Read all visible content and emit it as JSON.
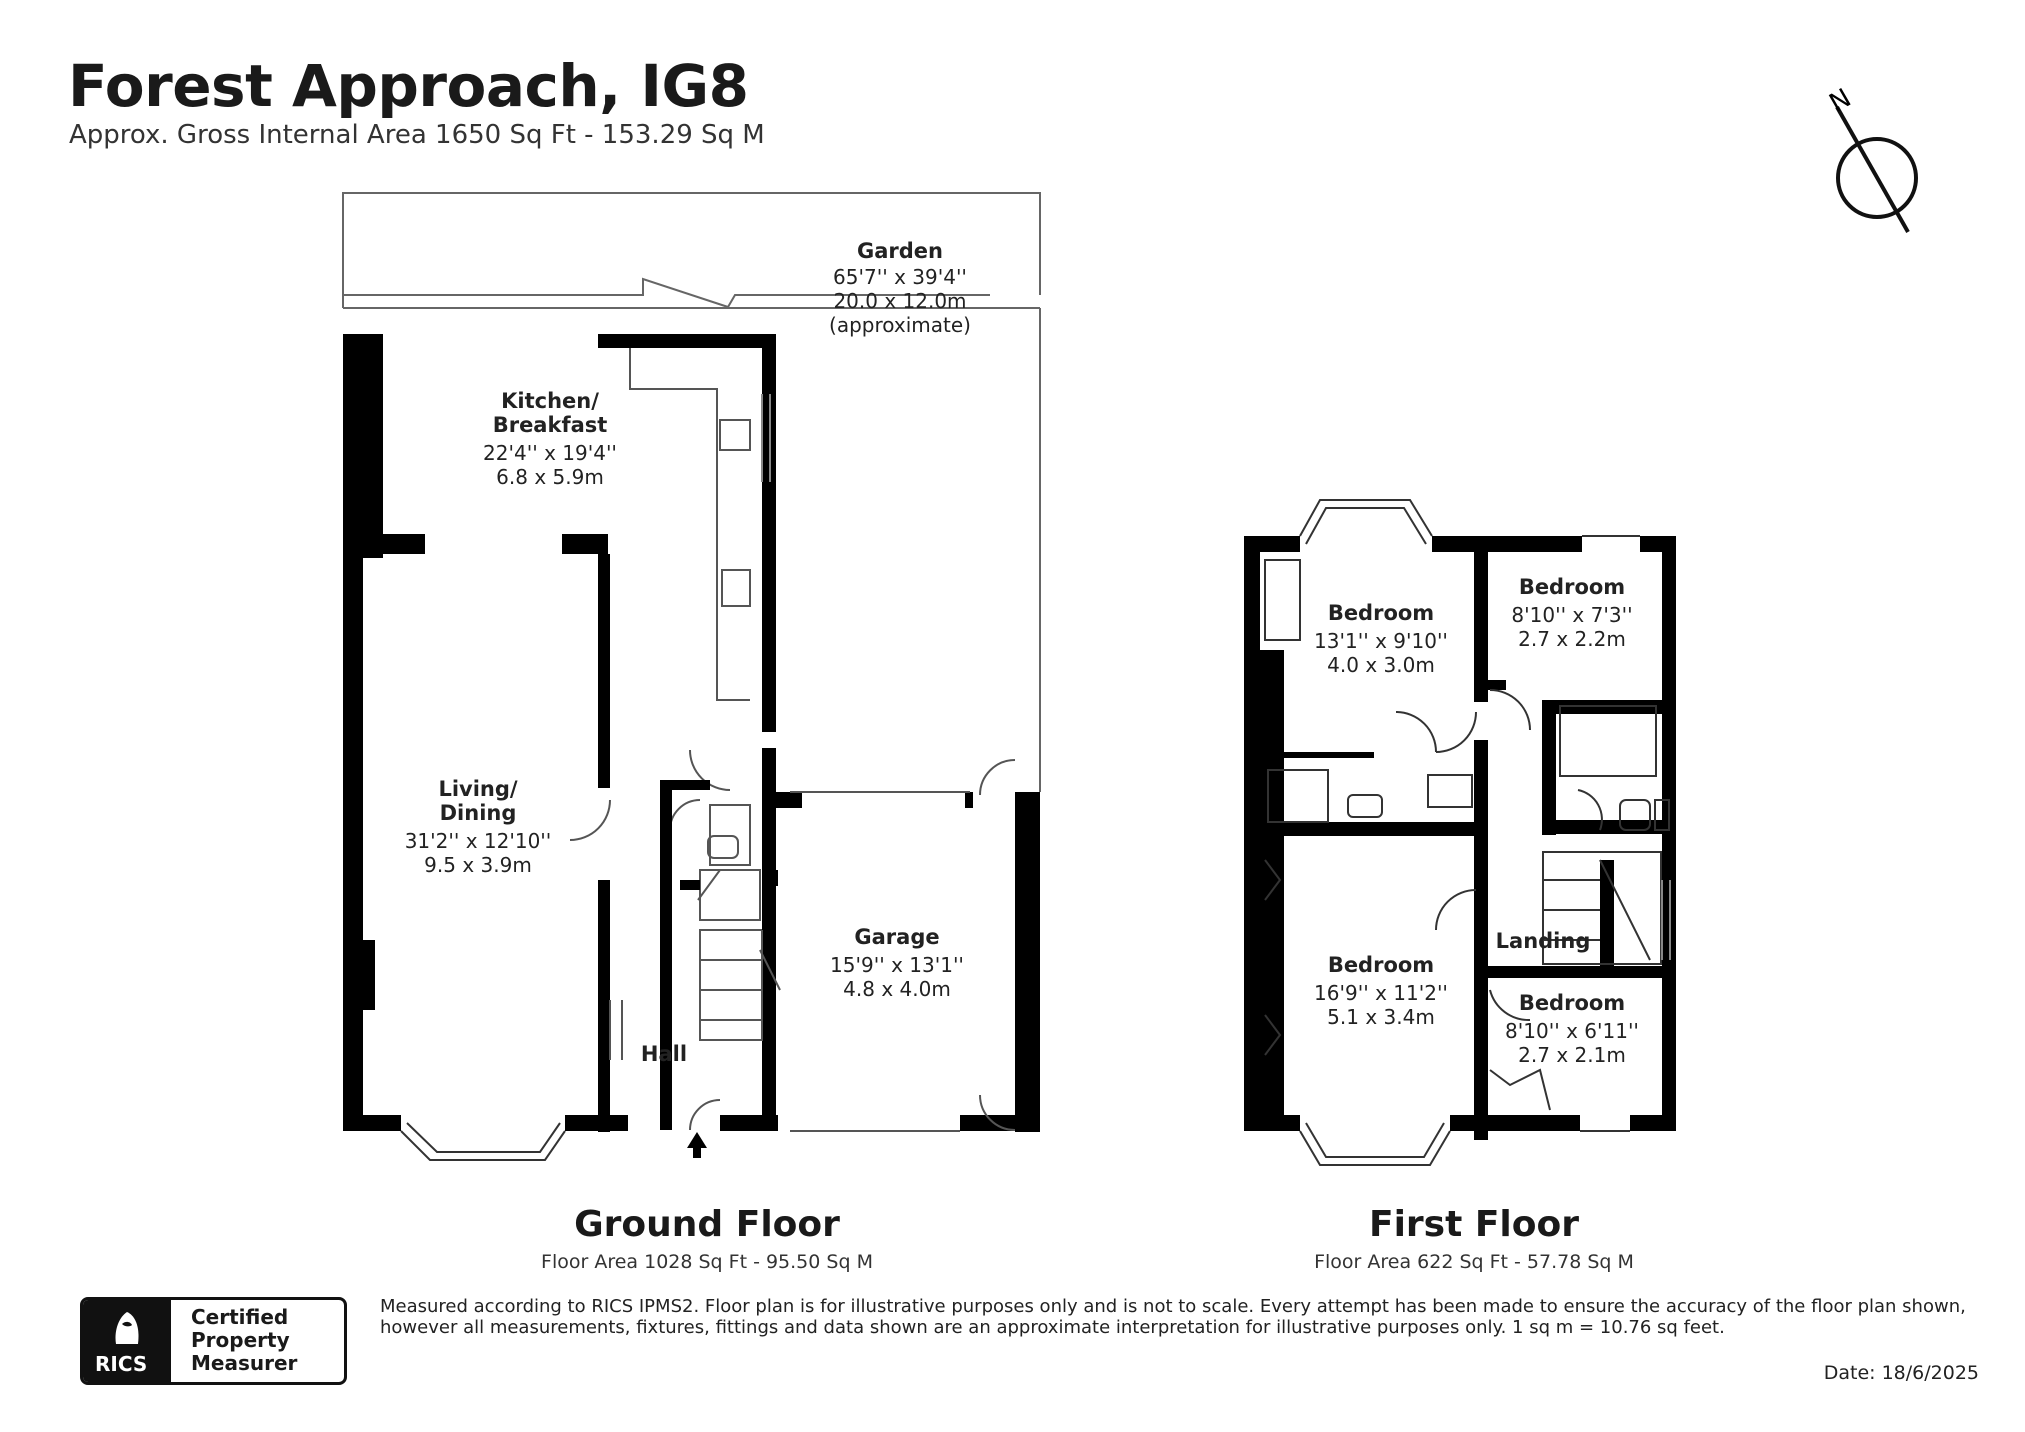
{
  "header": {
    "title": "Forest Approach, IG8",
    "subtitle": "Approx. Gross Internal Area 1650 Sq Ft - 153.29 Sq M"
  },
  "compass": {
    "label": "N"
  },
  "rooms": {
    "garden": {
      "name": "Garden",
      "dim_imperial": "65'7'' x 39'4''",
      "dim_metric": "20.0 x 12.0m",
      "note": "(approximate)"
    },
    "kitchen": {
      "name_line1": "Kitchen/",
      "name_line2": "Breakfast",
      "dim_imperial": "22'4'' x 19'4''",
      "dim_metric": "6.8 x 5.9m"
    },
    "living": {
      "name_line1": "Living/",
      "name_line2": "Dining",
      "dim_imperial": "31'2'' x 12'10''",
      "dim_metric": "9.5 x 3.9m"
    },
    "garage": {
      "name": "Garage",
      "dim_imperial": "15'9'' x 13'1''",
      "dim_metric": "4.8 x 4.0m"
    },
    "hall": {
      "name": "Hall"
    },
    "bedroom1": {
      "name": "Bedroom",
      "dim_imperial": "13'1'' x 9'10''",
      "dim_metric": "4.0 x 3.0m"
    },
    "bedroom2": {
      "name": "Bedroom",
      "dim_imperial": "8'10'' x 7'3''",
      "dim_metric": "2.7 x 2.2m"
    },
    "bedroom3": {
      "name": "Bedroom",
      "dim_imperial": "16'9'' x 11'2''",
      "dim_metric": "5.1 x 3.4m"
    },
    "bedroom4": {
      "name": "Bedroom",
      "dim_imperial": "8'10'' x 6'11''",
      "dim_metric": "2.7 x 2.1m"
    },
    "landing": {
      "name": "Landing"
    }
  },
  "floors": {
    "ground": {
      "title": "Ground Floor",
      "area": "Floor Area 1028 Sq Ft - 95.50 Sq M"
    },
    "first": {
      "title": "First Floor",
      "area": "Floor Area 622 Sq Ft - 57.78 Sq M"
    }
  },
  "footer": {
    "disclaimer": "Measured according to RICS IPMS2. Floor plan is for illustrative purposes only and is not to scale. Every attempt has been made to ensure the accuracy of the floor plan shown, however all measurements, fixtures, fittings and data shown are an approximate interpretation for illustrative purposes only. 1 sq m = 10.76 sq feet.",
    "date": "Date: 18/6/2025",
    "badge": {
      "logo_text": "RICS",
      "line1": "Certified",
      "line2": "Property",
      "line3": "Measurer"
    }
  },
  "colors": {
    "wall": "#000000",
    "line": "#555555",
    "text": "#222222"
  }
}
